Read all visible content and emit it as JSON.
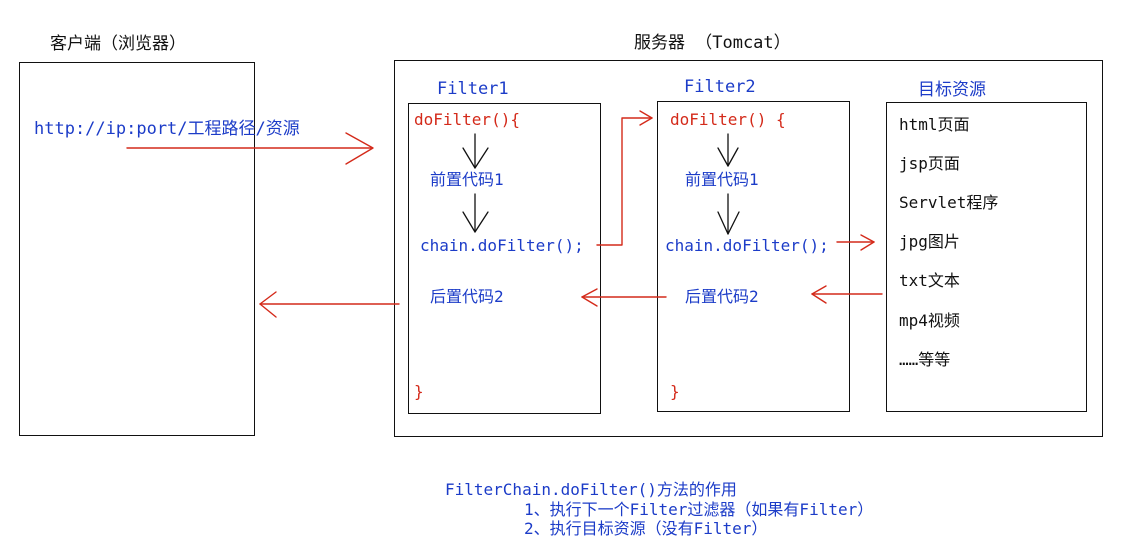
{
  "client": {
    "title": "客户端（浏览器）",
    "url": "http://ip:port/工程路径/资源"
  },
  "server": {
    "title": "服务器  （Tomcat）"
  },
  "filter1": {
    "title": "Filter1",
    "open": "doFilter(){",
    "pre": "前置代码1",
    "chain": "chain.doFilter();",
    "post": "后置代码2",
    "close": "}"
  },
  "filter2": {
    "title": "Filter2",
    "open": "doFilter() {",
    "pre": "前置代码1",
    "chain": "chain.doFilter();",
    "post": "后置代码2",
    "close": "}"
  },
  "target": {
    "title": "目标资源",
    "items": [
      "html页面",
      "jsp页面",
      "Servlet程序",
      "jpg图片",
      "txt文本",
      "mp4视频",
      "……等等"
    ]
  },
  "notes": {
    "heading": "FilterChain.doFilter()方法的作用",
    "line1": "1、执行下一个Filter过滤器（如果有Filter）",
    "line2": "2、执行目标资源（没有Filter）"
  },
  "colors": {
    "text": "#111111",
    "blue": "#1c3cc8",
    "red": "#d42a1a"
  }
}
